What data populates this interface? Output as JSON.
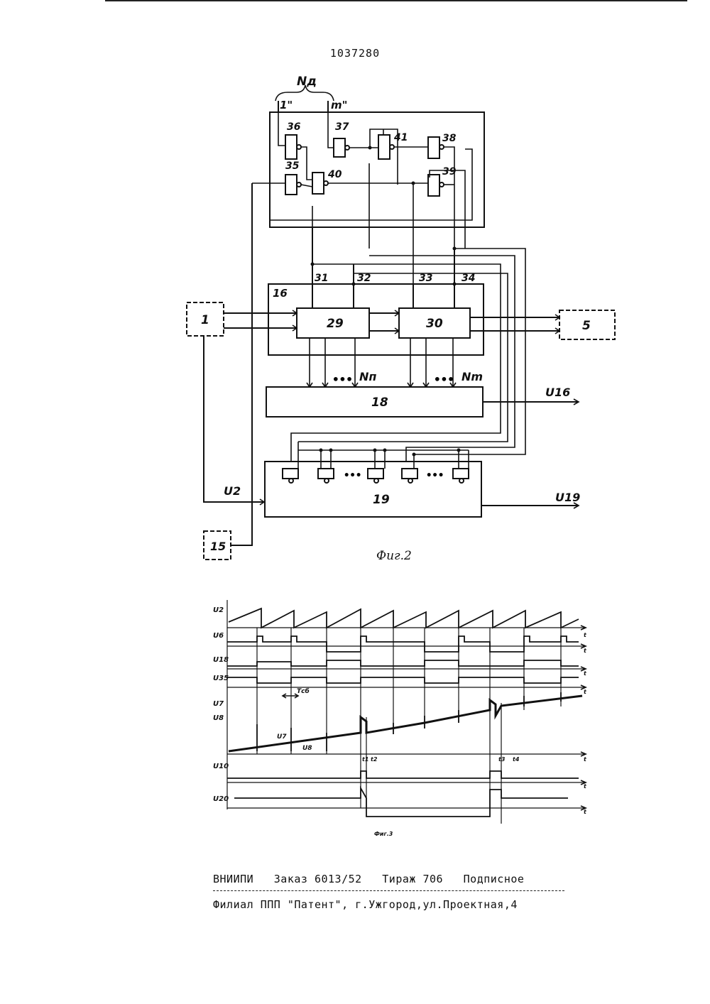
{
  "page_number": "1037280",
  "figure2": {
    "caption": "Фиг.2",
    "bus_label": "Nд",
    "bus_first": "1\"",
    "bus_last": "m\"",
    "gate_labels": [
      "36",
      "37",
      "41",
      "38",
      "35",
      "40",
      "39"
    ],
    "line_labels": [
      "31",
      "32",
      "33",
      "34"
    ],
    "register_label": "16",
    "block_labels": {
      "source": "1",
      "counter_a": "29",
      "counter_b": "30",
      "output": "5",
      "comparator": "18",
      "decoder": "19",
      "generator": "15"
    },
    "bus_n": "Nп",
    "bus_m": "Nm",
    "signal_u16": "U16",
    "signal_u19": "U19",
    "signal_u2": "U2"
  },
  "figure3": {
    "caption": "Фиг.3",
    "axis_labels": [
      "U2",
      "U6",
      "U18",
      "U35",
      "U7",
      "U8",
      "U10",
      "U20"
    ],
    "time_marks": [
      "t1",
      "t2",
      "t3",
      "t4"
    ],
    "interval_label": "Tсб",
    "trace_labels": [
      "U7",
      "U8"
    ],
    "time_axis_symbol": "t"
  },
  "footer": {
    "line1": "ВНИИПИ   Заказ 6013/52   Тираж 706   Подписное",
    "line2": "Филиал ППП \"Патент\", г.Ужгород,ул.Проектная,4"
  }
}
